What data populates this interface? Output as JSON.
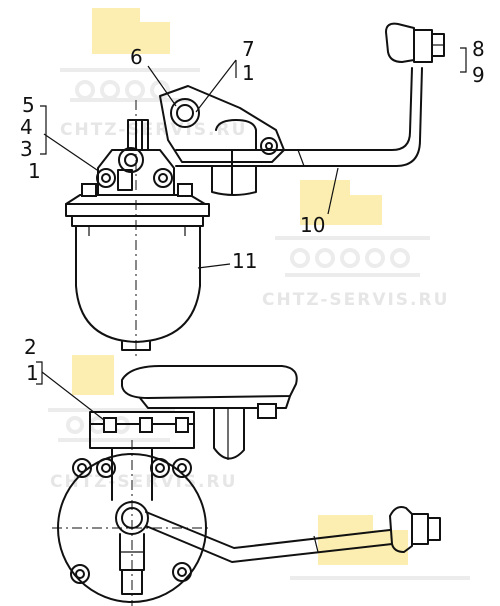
{
  "watermarks": [
    "CHTZ-SERVIS.RU",
    "CHTZ-SERVIS.RU",
    "CHTZ-SERVIS.RU"
  ],
  "callouts": {
    "top": [
      "6",
      "7",
      "1",
      "8",
      "9",
      "5",
      "4",
      "3",
      "1",
      "10",
      "11"
    ],
    "bottom": [
      "2",
      "1"
    ]
  },
  "colors": {
    "line": "#111111",
    "watermark_yellow": "#fbeeb0",
    "watermark_gray": "#e6e6e6"
  }
}
